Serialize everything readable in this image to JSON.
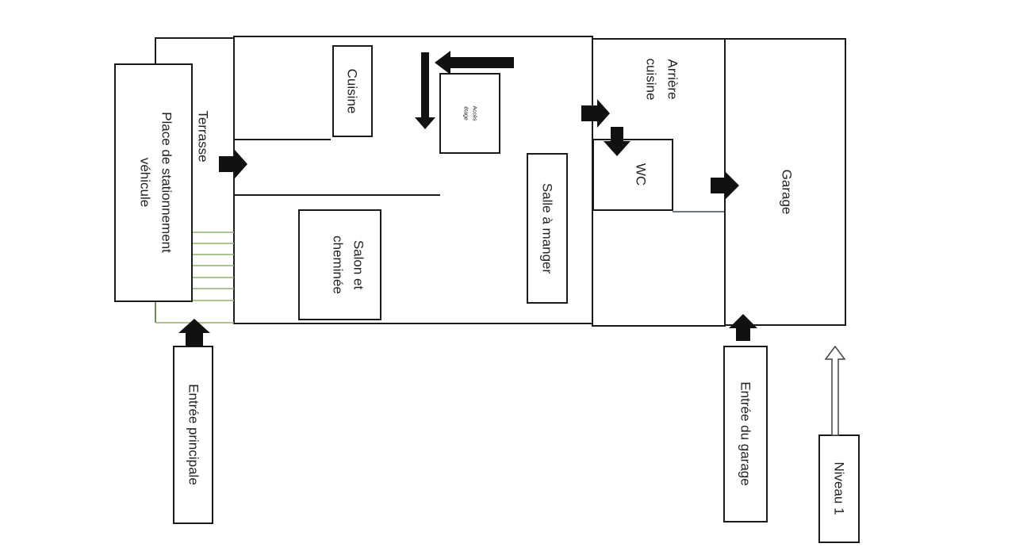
{
  "rooms": {
    "terrasse": "Terrasse",
    "parking_line1": "Place de stationnement",
    "parking_line2": "véhicule",
    "cuisine": "Cuisine",
    "acces_line1": "Accès",
    "acces_line2": "étage",
    "salle": "Salle à manger",
    "salon_line1": "Salon et",
    "salon_line2": "cheminée",
    "arriere_line1": "Arrière",
    "arriere_line2": "cuisine",
    "wc": "WC",
    "garage": "Garage"
  },
  "entrances": {
    "principale": "Entrée principale",
    "garage": "Entrée du garage"
  },
  "level": "Niveau 1"
}
